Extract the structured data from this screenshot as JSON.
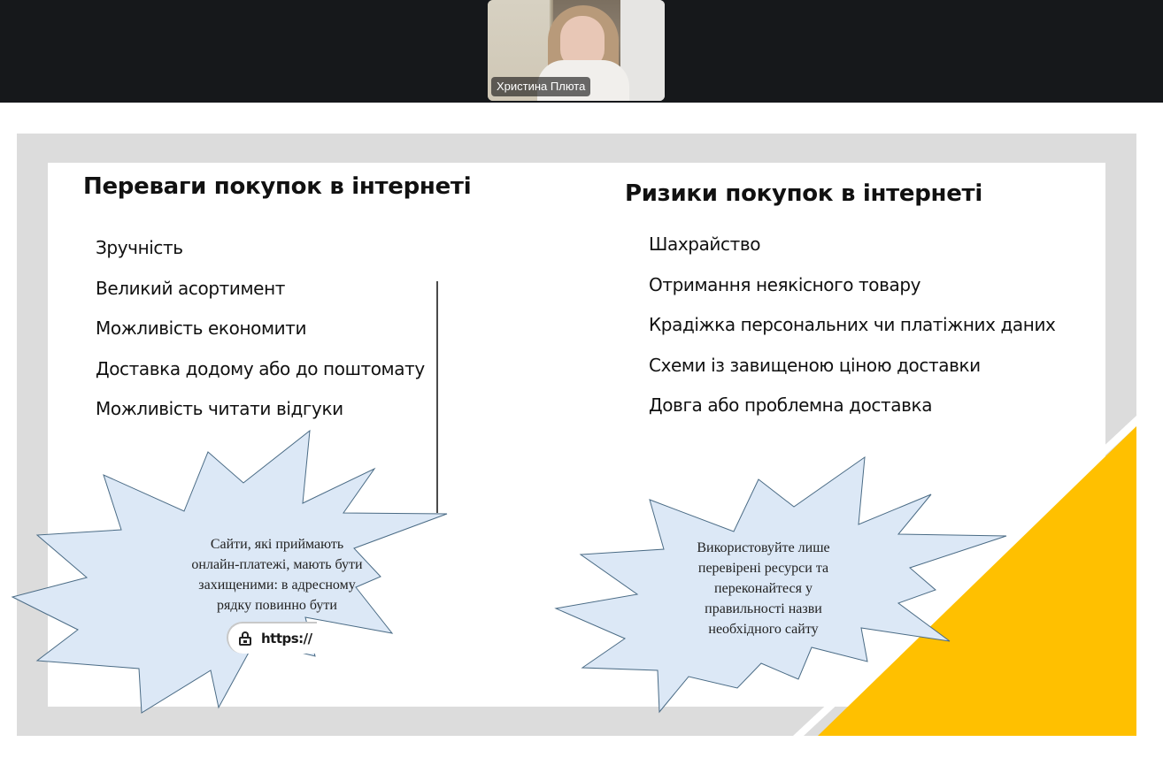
{
  "meeting": {
    "participant": {
      "name": "Христина Плюта"
    }
  },
  "slide": {
    "colors": {
      "frame": "#dcdcdc",
      "accent_yellow": "#ffc000",
      "burst_fill": "#dce8f6",
      "burst_stroke": "#4a6b85"
    },
    "advantages": {
      "title": "Переваги покупок в інтернеті",
      "items": [
        "Зручність",
        "Великий асортимент",
        "Можливість економити",
        "Доставка додому або до поштомату",
        "Можливість читати відгуки"
      ]
    },
    "risks": {
      "title": "Ризики покупок в інтернеті",
      "items": [
        "Шахрайство",
        "Отримання неякісного товару",
        "Крадіжка персональних чи платіжних даних",
        "Схеми із завищеною ціною доставки",
        "Довга або проблемна доставка"
      ]
    },
    "callouts": {
      "left": {
        "lines": [
          "Сайти, які приймають",
          "онлайн-платежі, мають бути",
          "захищеними: в адресному",
          "рядку повинно бути"
        ],
        "badge_text": "https://",
        "badge_icon": "lock-icon"
      },
      "right": {
        "lines": [
          "Використовуйте лише",
          "перевірені ресурси та",
          "переконайтеся у",
          "правильності назви",
          "необхідного сайту"
        ]
      }
    }
  }
}
